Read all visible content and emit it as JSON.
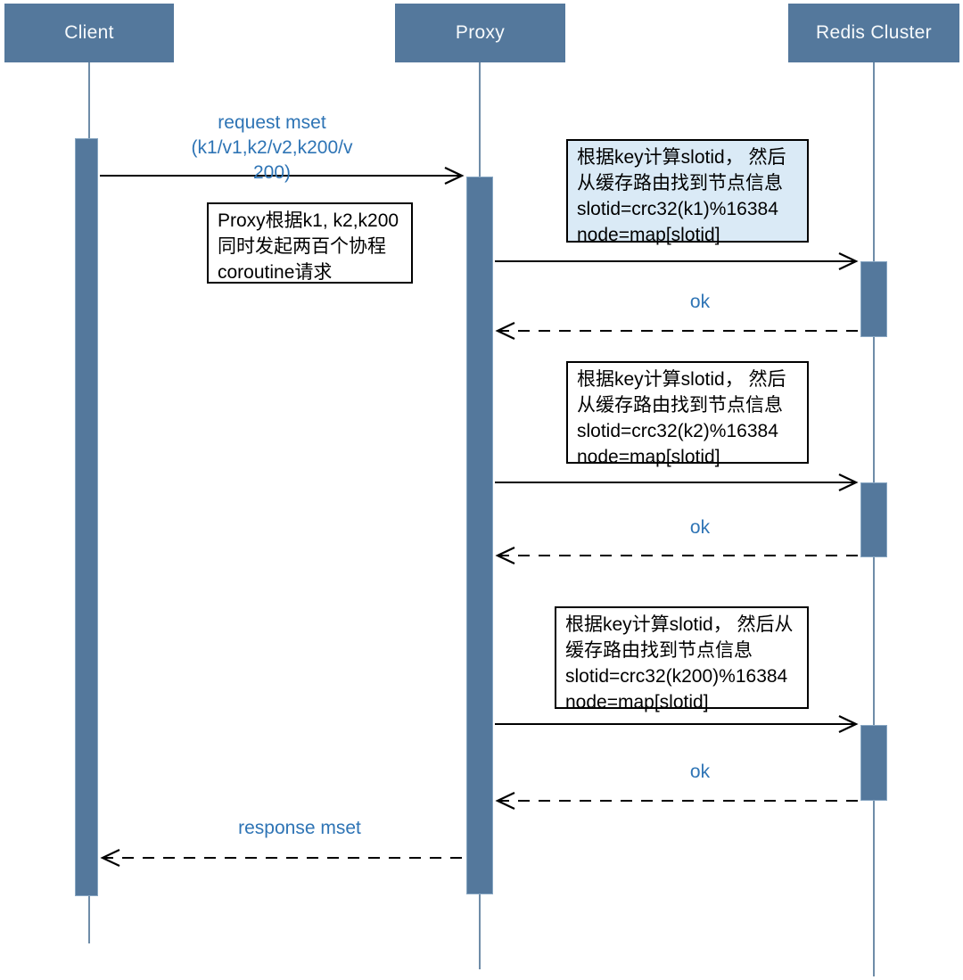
{
  "diagram_type": "sequence-diagram",
  "participants": [
    {
      "id": "client",
      "label": "Client"
    },
    {
      "id": "proxy",
      "label": "Proxy"
    },
    {
      "id": "redis",
      "label": "Redis Cluster"
    }
  ],
  "messages": [
    {
      "from": "client",
      "to": "proxy",
      "line": "solid",
      "label": "request mset\n(k1/v1,k2/v2,k200/v\n200)"
    },
    {
      "from": "proxy",
      "to": "redis",
      "line": "solid",
      "label": ""
    },
    {
      "from": "redis",
      "to": "proxy",
      "line": "dashed",
      "label": "ok"
    },
    {
      "from": "proxy",
      "to": "redis",
      "line": "solid",
      "label": ""
    },
    {
      "from": "redis",
      "to": "proxy",
      "line": "dashed",
      "label": "ok"
    },
    {
      "from": "proxy",
      "to": "redis",
      "line": "solid",
      "label": ""
    },
    {
      "from": "redis",
      "to": "proxy",
      "line": "dashed",
      "label": "ok"
    },
    {
      "from": "proxy",
      "to": "client",
      "line": "dashed",
      "label": "response mset"
    }
  ],
  "notes": [
    {
      "id": "note-slotid-k1",
      "style": "highlight",
      "text": "根据key计算slotid， 然后\n从缓存路由找到节点信息\nslotid=crc32(k1)%16384\nnode=map[slotid]"
    },
    {
      "id": "note-proxy-fanout",
      "style": "plain",
      "text": "Proxy根据k1, k2,k200\n同时发起两百个协程\ncoroutine请求"
    },
    {
      "id": "note-slotid-k2",
      "style": "plain",
      "text": "根据key计算slotid， 然后\n从缓存路由找到节点信息\nslotid=crc32(k2)%16384\nnode=map[slotid]"
    },
    {
      "id": "note-slotid-k200",
      "style": "plain",
      "text": "根据key计算slotid， 然后从\n缓存路由找到节点信息\nslotid=crc32(k200)%16384\nnode=map[slotid]"
    }
  ],
  "colors": {
    "participant_fill": "#54789c",
    "participant_text": "#f7fafc",
    "lifeline": "#6f8ca8",
    "activation_fill": "#54789c",
    "activation_border": "#87a6c2",
    "note_highlight_fill": "#daeaf6",
    "note_plain_fill": "#ffffff",
    "note_border": "#000000",
    "message_text": "#2e74b5",
    "arrow": "#000000",
    "background": "#ffffff"
  }
}
